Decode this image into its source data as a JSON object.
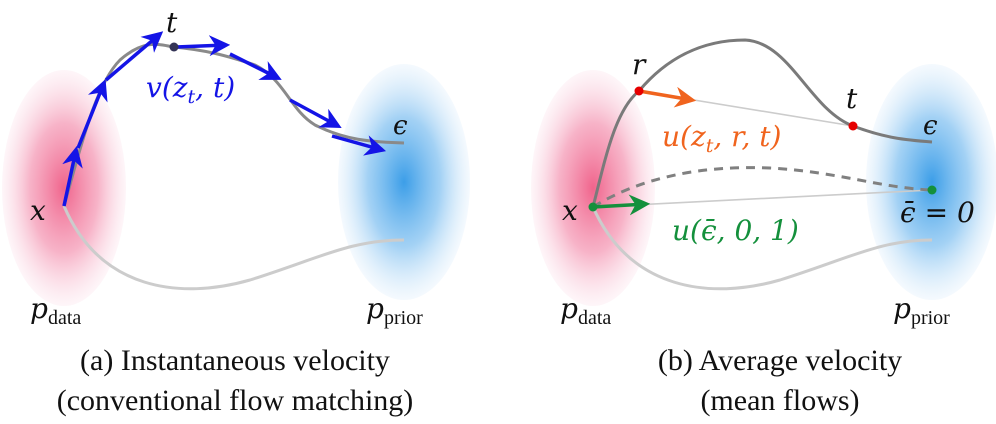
{
  "panel_a": {
    "caption_line1": "(a) Instantaneous velocity",
    "caption_line2": "(conventional flow matching)",
    "label_x": "x",
    "label_t": "t",
    "label_epsilon": "ϵ",
    "label_velocity": "v(z",
    "label_velocity_sub": "t",
    "label_velocity_rest": ", t)",
    "label_p_data": "p",
    "label_p_data_sub": "data",
    "label_p_prior": "p",
    "label_p_prior_sub": "prior"
  },
  "panel_b": {
    "caption_line1": "(b) Average velocity",
    "caption_line2": "(mean flows)",
    "label_x": "x",
    "label_r": "r",
    "label_t": "t",
    "label_epsilon": "ϵ",
    "label_eps_bar": "ϵ̄ = 0",
    "label_u_orange": "u(z",
    "label_u_orange_sub": "t",
    "label_u_orange_rest": ", r, t)",
    "label_u_green": "u(ϵ̄, 0, 1)",
    "label_p_data": "p",
    "label_p_data_sub": "data",
    "label_p_prior": "p",
    "label_p_prior_sub": "prior"
  },
  "colors": {
    "data_pink": "#f0648c",
    "prior_blue": "#3c9ee8",
    "velocity_blue": "#1414e6",
    "orange": "#f0641e",
    "green": "#14903c",
    "red_dot": "#e60000",
    "curve_gray": "#7a7a7a",
    "light_gray": "#cccccc"
  }
}
